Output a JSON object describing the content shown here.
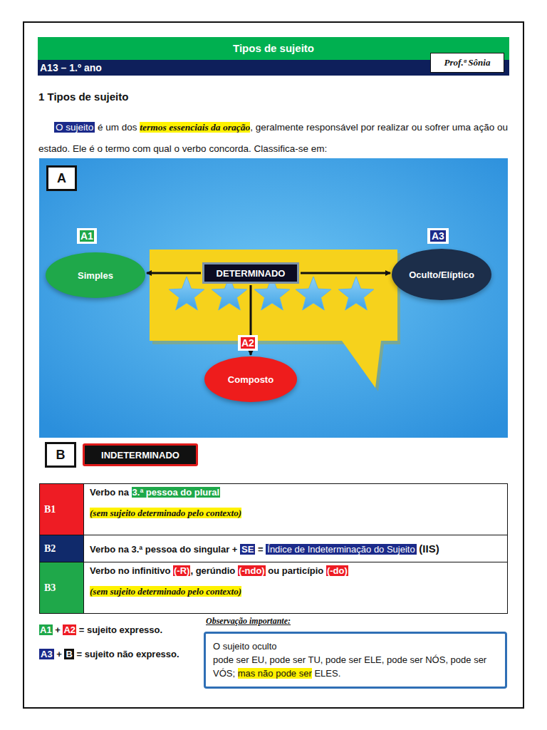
{
  "diagram": {
    "title": "Tipos de sujeito",
    "nodes": [
      {
        "text": [
          "Prof.ª Sônia"
        ]
      },
      {
        "text": [
          "A"
        ]
      },
      {
        "text": [
          "DETERMINADO"
        ]
      },
      {
        "text": [
          "Simples"
        ]
      },
      {
        "text": [
          "Oculto/Elíptico"
        ]
      },
      {
        "text": [
          "Composto"
        ]
      },
      {
        "text": [
          "B"
        ]
      },
      {
        "text": [
          "INDETERMINADO"
        ]
      },
      {
        "text": [
          "Observação importante:",
          "O sujeito oculto",
          "pode ser EU, pode ser TU, pode ser ELE, pode ser NÓS, pode ser VÓS;",
          "mas não pode ser",
          "ELES."
        ]
      }
    ],
    "edges": [
      {
        "from": 2,
        "to": 3,
        "arrow": "to"
      },
      {
        "from": 2,
        "to": 4,
        "arrow": "to"
      },
      {
        "from": 2,
        "to": 5,
        "arrow": "to"
      }
    ],
    "labels": [
      "A13 – 1.º ano",
      "1 Tipos de sujeito",
      "O sujeito",
      "é um dos",
      "termos essenciais da oração",
      ", geralmente responsável por realizar ou sofrer uma ação ou estado. Ele é o termo com qual o verbo concorda. Classifica-se em:",
      "A1",
      "A2",
      "A3",
      "B1",
      "Verbo na",
      "3.ª pessoa do plural",
      "(sem sujeito determinado pelo contexto)",
      "B2",
      "Verbo na 3.ª pessoa do singular +",
      "SE",
      "=",
      "Índice de Indeterminação do Sujeito",
      "(IIS)",
      "B3",
      "Verbo no infinitivo",
      "(-R)",
      ", gerúndio",
      "(-ndo)",
      "ou particípio",
      "(-do)",
      "(sem sujeito determinado pelo contexto)",
      "A1",
      "+",
      "A2",
      "= sujeito expresso.",
      "A3",
      "+",
      "B",
      "= sujeito não expresso."
    ]
  }
}
